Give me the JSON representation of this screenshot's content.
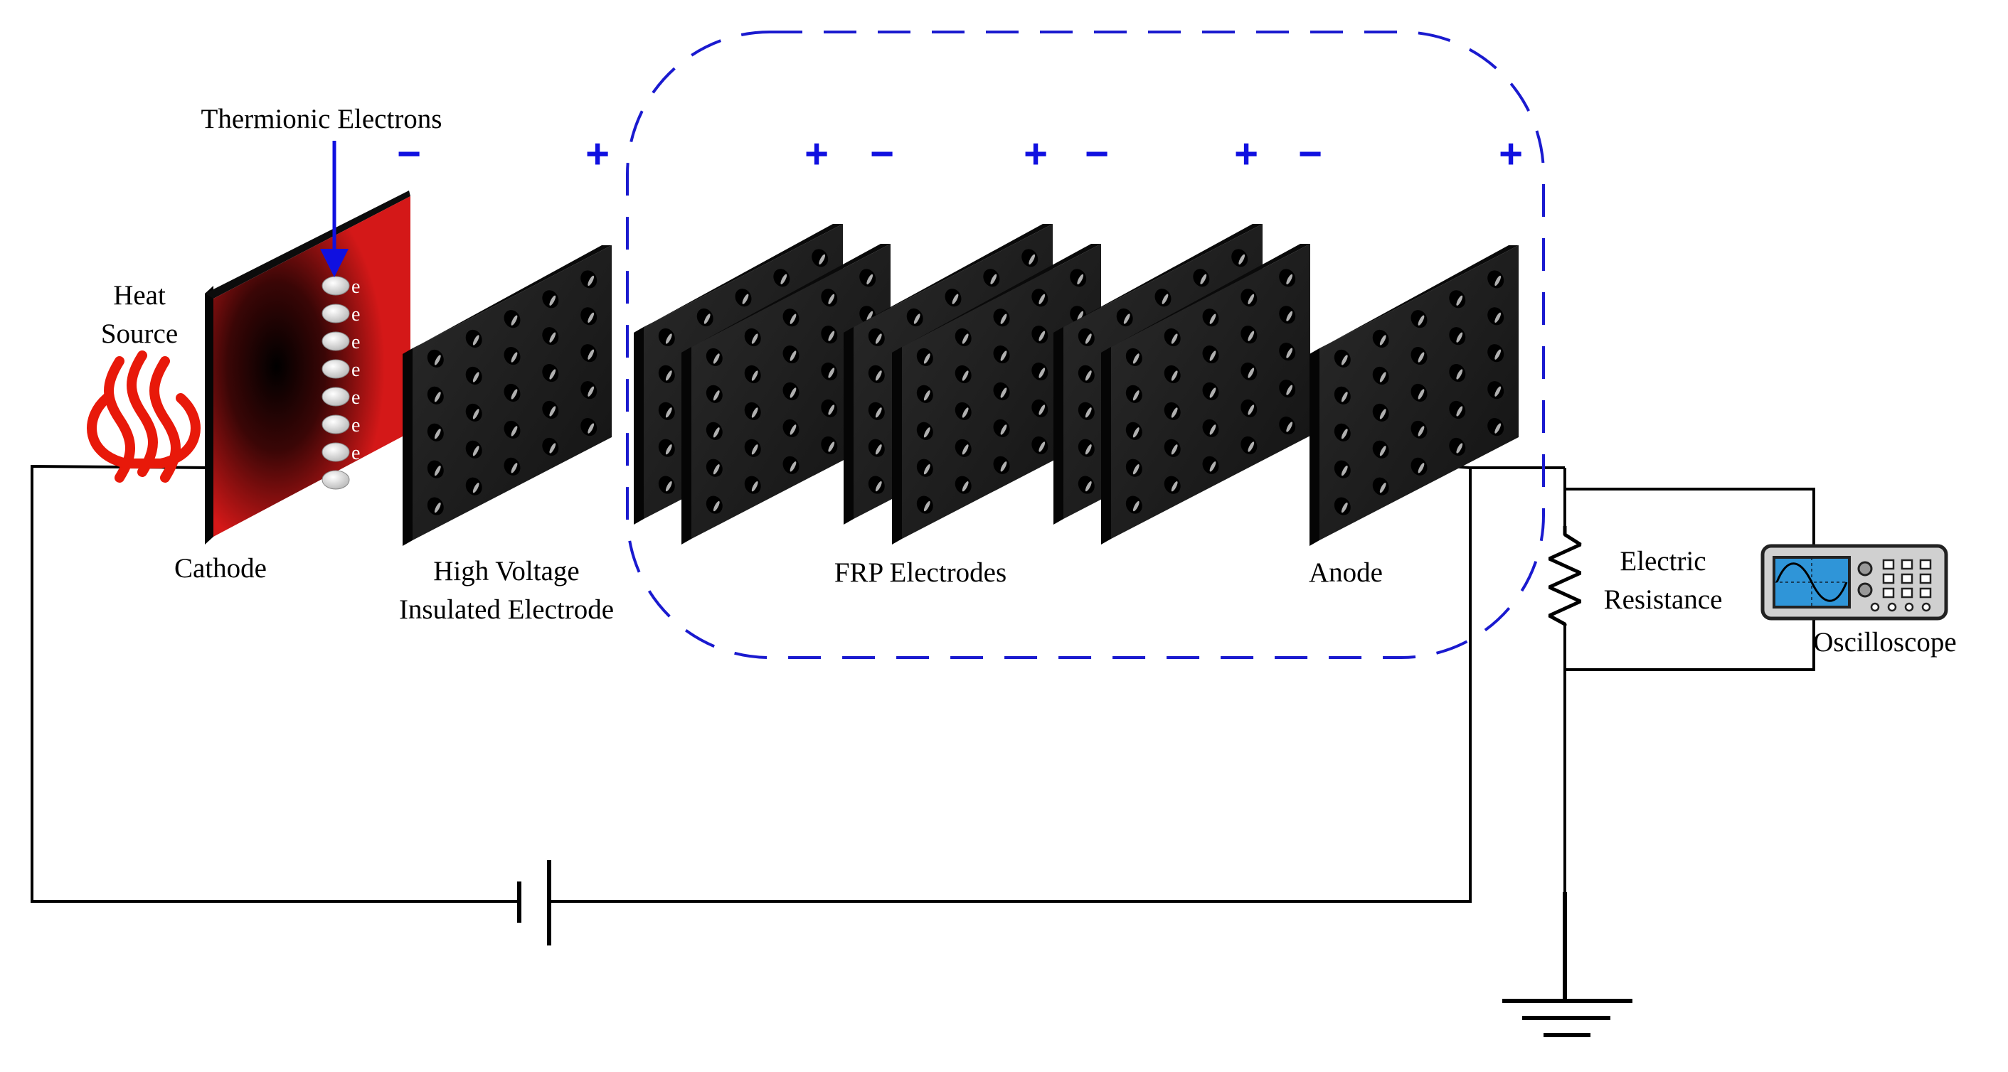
{
  "labels": {
    "thermionic": "Thermionic Electrons",
    "heat_line1": "Heat",
    "heat_line2": "Source",
    "cathode": "Cathode",
    "hv_line1": "High Voltage",
    "hv_line2": "Insulated Electrode",
    "frp": "FRP Electrodes",
    "anode": "Anode",
    "resistance_line1": "Electric",
    "resistance_line2": "Resistance",
    "oscilloscope": "Oscilloscope"
  },
  "signs": {
    "minus": "−",
    "plus": "+"
  },
  "electron_symbol": "e",
  "electron_count": 8,
  "colors": {
    "electrode": "#1a1a1a",
    "cathode_red": "#d41818",
    "polarity_blue": "#1010e0",
    "wire": "#000000",
    "heat": "#e8190a",
    "scope_screen": "#2f95d8"
  }
}
